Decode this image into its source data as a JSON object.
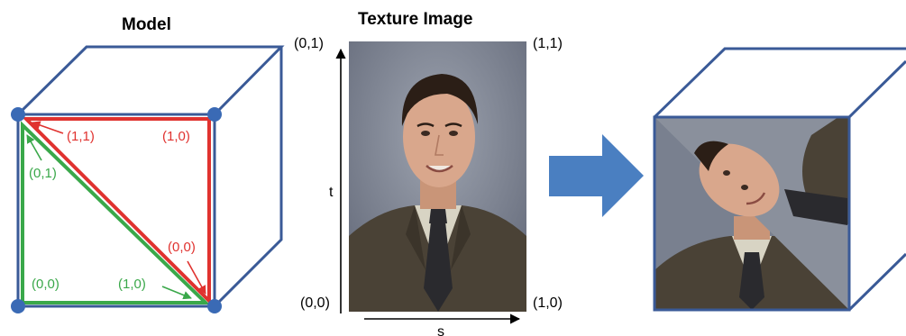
{
  "titles": {
    "model": "Model",
    "texture": "Texture Image"
  },
  "model_labels": {
    "red_top_left": "(1,1)",
    "red_top_right": "(1,0)",
    "red_bottom_right": "(0,0)",
    "green_top_left": "(0,1)",
    "green_bottom_left": "(0,0)",
    "green_bottom_right": "(1,0)"
  },
  "texture_labels": {
    "top_left": "(0,1)",
    "top_right": "(1,1)",
    "bottom_left": "(0,0)",
    "bottom_right": "(1,0)",
    "t_axis": "t",
    "s_axis": "s"
  },
  "colors": {
    "cube_edge": "#3a5a97",
    "vertex": "#3a6ab5",
    "red": "#e0322f",
    "green": "#3aa84a",
    "arrow": "#4a7fc1",
    "photo_bg": "#7d8494",
    "suit": "#4a4236",
    "shirt": "#d8d4c4",
    "skin": "#d9a78c",
    "hair": "#2b1e16",
    "tie": "#2a2a2e"
  },
  "icons": {
    "big_arrow": "right-arrow-icon"
  }
}
